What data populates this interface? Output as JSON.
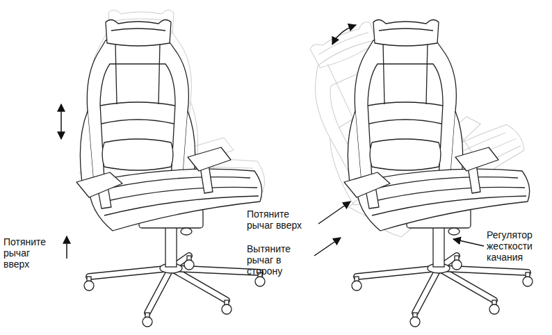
{
  "diagram": {
    "labels": [
      "Потяните рычаг вверх",
      "Потяните рычаг вверх",
      "Вытяните рычаг в сторону",
      "Регулятор жесткости качания"
    ]
  }
}
